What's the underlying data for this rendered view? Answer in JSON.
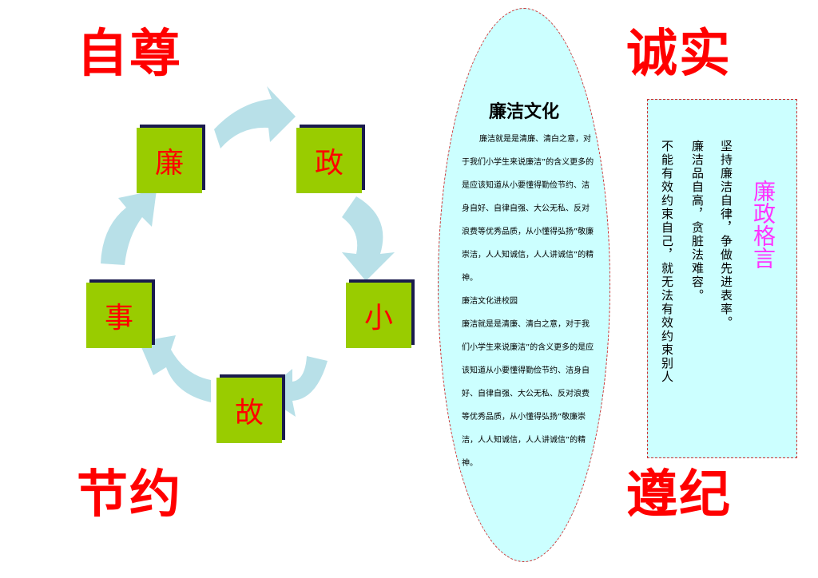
{
  "corners": {
    "top_left": "自尊",
    "top_right": "诚实",
    "bottom_left": "节约",
    "bottom_right": "遵纪"
  },
  "cycle": {
    "item_1": "廉",
    "item_2": "政",
    "item_3": "小",
    "item_4": "故",
    "item_5": "事"
  },
  "oval": {
    "title": "廉洁文化",
    "para_1": "廉洁就是是清廉、清白之意，对于我们小学生来说廉洁”的含义更多的是应该知道从小要懂得勤俭节约、洁身自好、自律自强、大公无私、反对浪费等优秀品质，从小懂得弘扬”敬廉崇洁，人人知诚信，人人讲诚信”的精神。",
    "heading_2": "廉洁文化进校园",
    "para_2": "廉洁就是是清廉、清白之意，对于我们小学生来说廉洁”的含义更多的是应该知道从小要懂得勤俭节约、洁身自好、自律自强、大公无私、反对浪费等优秀品质，从小懂得弘扬”敬廉崇洁，人人知诚信，人人讲诚信”的精神。"
  },
  "motto": {
    "title": "廉政格言",
    "line_1": "坚持廉洁自律，争做先进表率。",
    "line_2": "廉洁品自高，贪脏法难容。",
    "line_3": "不能有效约束自己，就无法有效约束别人"
  },
  "colors": {
    "corner_text": "#ff0000",
    "box_fill": "#99cc00",
    "arrow_fill": "#b8e0e8",
    "oval_fill": "#ccffff",
    "motto_title": "#ff33ff"
  }
}
